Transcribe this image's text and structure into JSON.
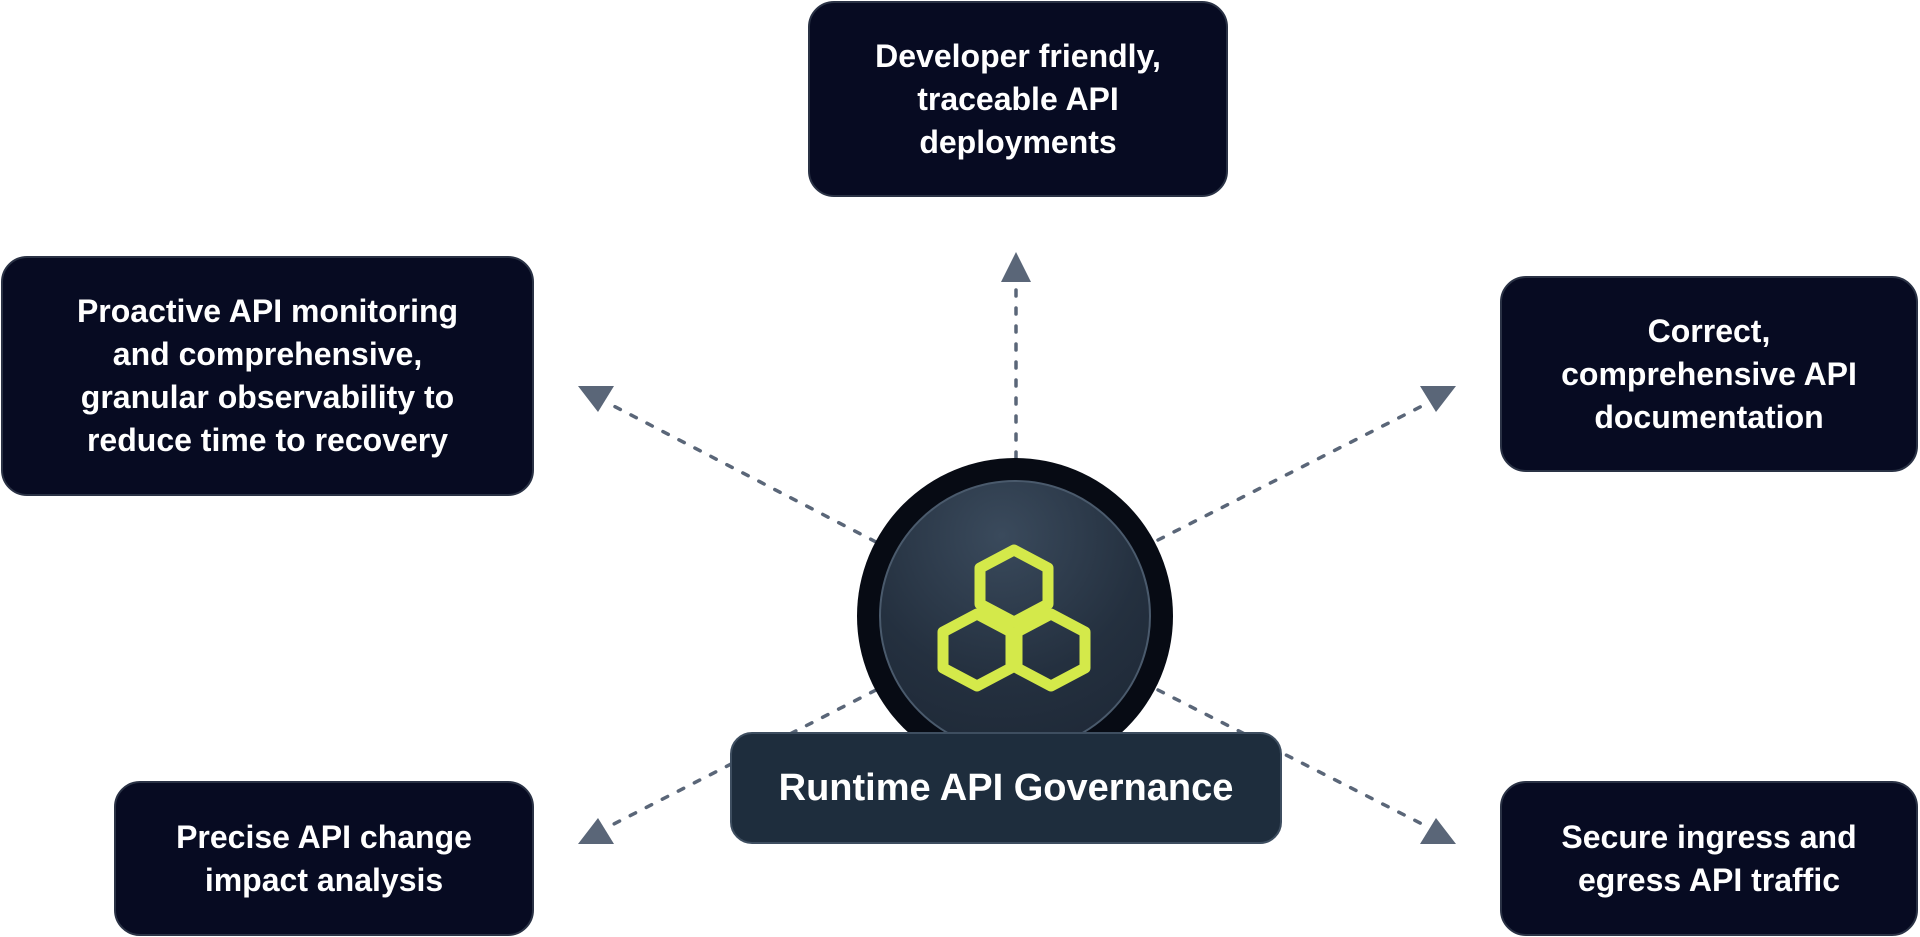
{
  "center": {
    "label": "Runtime API Governance",
    "icon": "hexagon-cluster-icon",
    "icon_color": "#d4e94a"
  },
  "nodes": [
    {
      "id": "top",
      "lines": [
        "Developer friendly,",
        "traceable API",
        "deployments"
      ]
    },
    {
      "id": "left",
      "lines": [
        "Proactive API monitoring",
        "and comprehensive,",
        "granular observability to",
        "reduce time to recovery"
      ]
    },
    {
      "id": "right",
      "lines": [
        "Correct,",
        "comprehensive API",
        "documentation"
      ]
    },
    {
      "id": "bottom-left",
      "lines": [
        "Precise API change",
        "impact analysis"
      ]
    },
    {
      "id": "bottom-right",
      "lines": [
        "Secure ingress and",
        "egress API traffic"
      ]
    }
  ],
  "colors": {
    "box_background": "#070b22",
    "arrow": "#5a6678",
    "hub_label_background": "#1e2d3d"
  }
}
